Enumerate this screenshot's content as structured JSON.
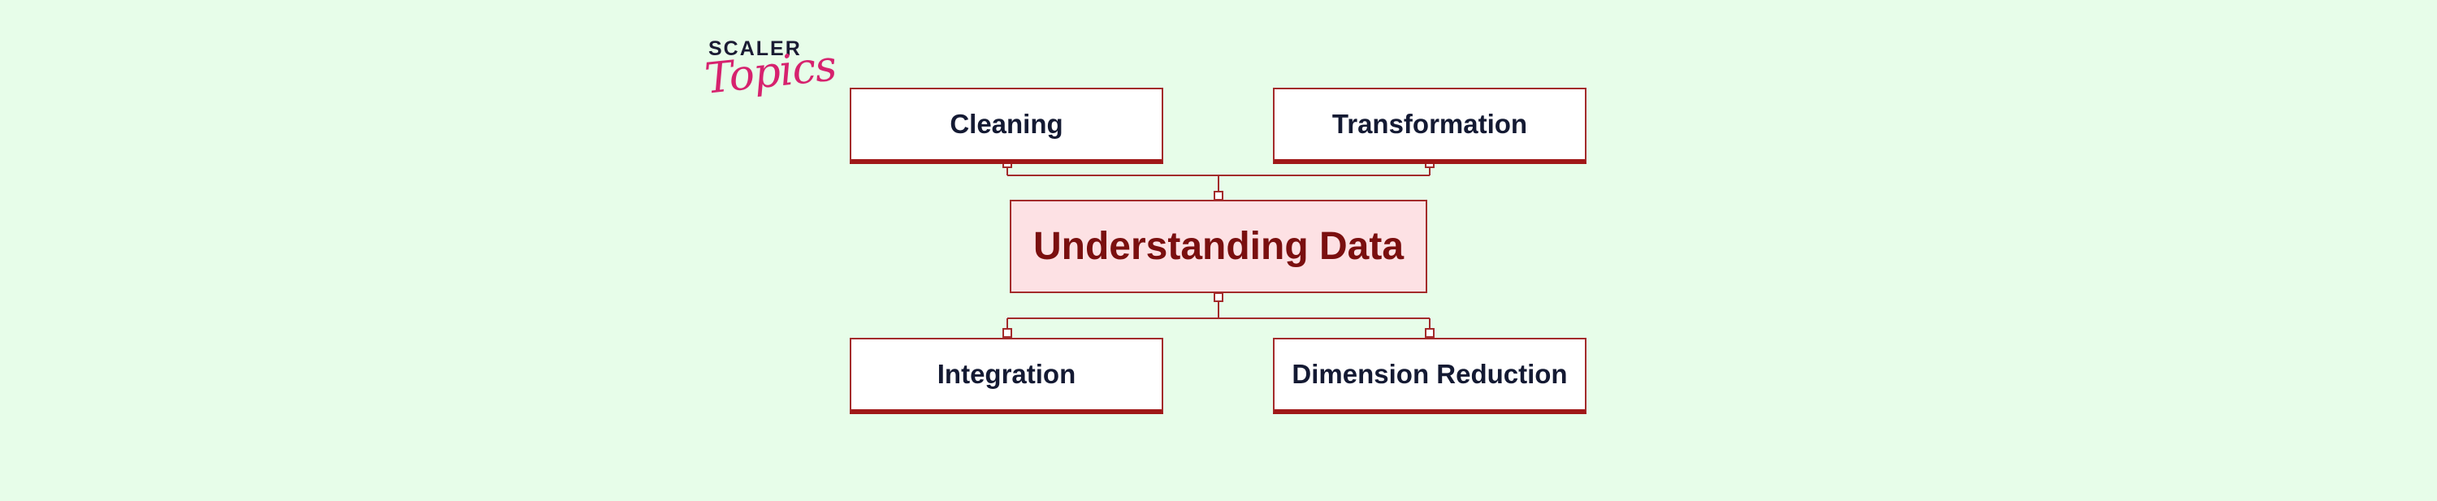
{
  "logo": {
    "line1": "SCALER",
    "line2": "Topics"
  },
  "diagram": {
    "center": "Understanding Data",
    "top_left": "Cleaning",
    "top_right": "Transformation",
    "bottom_left": "Integration",
    "bottom_right": "Dimension Reduction"
  },
  "colors": {
    "background": "#e7fde9",
    "border": "#a32b2b",
    "center_fill": "#fde1e4",
    "center_text": "#7a0f0f",
    "node_text": "#141a33",
    "logo_accent": "#d6226e"
  }
}
